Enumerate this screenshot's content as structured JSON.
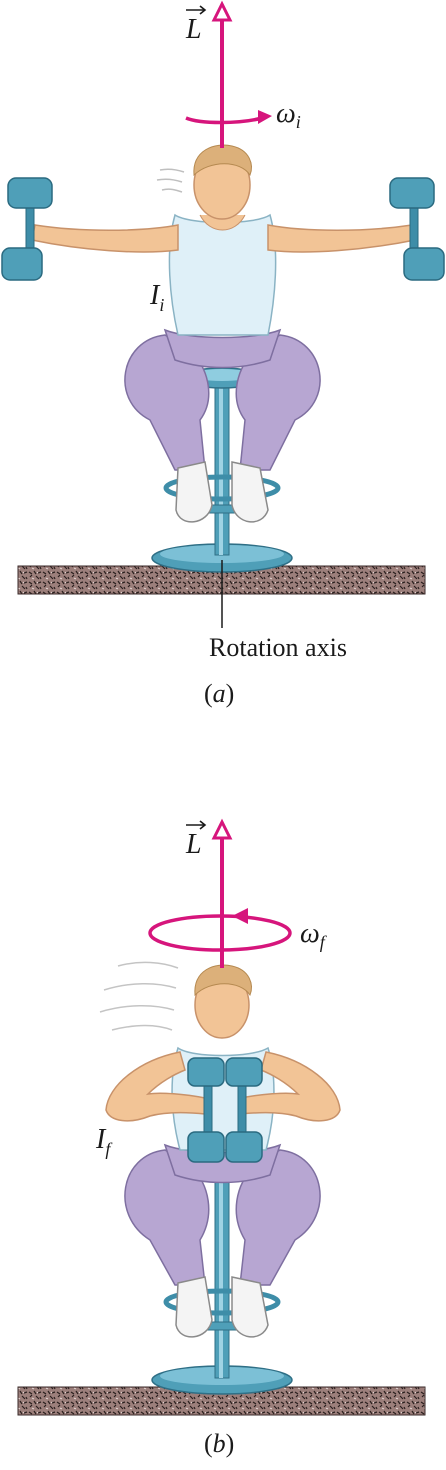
{
  "panels": [
    {
      "id": "a",
      "caption_open": "(",
      "caption_letter": "a",
      "caption_close": ")",
      "vector_label": "L",
      "omega_symbol": "ω",
      "omega_subscript": "i",
      "inertia_symbol": "I",
      "inertia_subscript": "i",
      "axis_label": "Rotation axis",
      "arms": "outstretched",
      "rotation_direction": "counterclockwise-arrow-right"
    },
    {
      "id": "b",
      "caption_open": "(",
      "caption_letter": "b",
      "caption_close": ")",
      "vector_label": "L",
      "omega_symbol": "ω",
      "omega_subscript": "f",
      "inertia_symbol": "I",
      "inertia_subscript": "f",
      "arms": "pulled-in",
      "rotation_direction": "arrow-left"
    }
  ],
  "colors": {
    "vector": "#d6157c",
    "stool": "#4f9fb8",
    "dumbbell": "#3e8da8",
    "skin": "#f2c496",
    "hair": "#dcb07a",
    "shirt": "#dff0f8",
    "pants": "#b7a6d2",
    "floor": "#9c7f7b"
  }
}
